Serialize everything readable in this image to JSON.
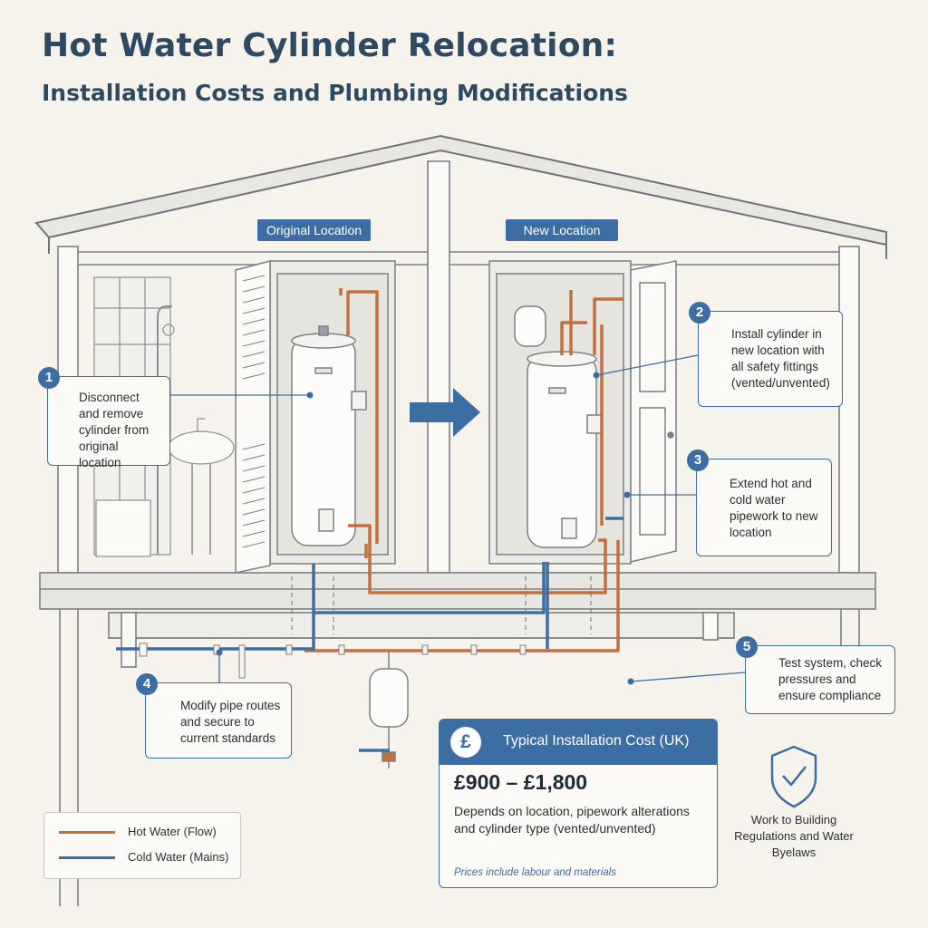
{
  "title": {
    "line1": "Hot Water Cylinder Relocation:",
    "line2": "Installation Costs and Plumbing Modifications"
  },
  "locations": {
    "original": "Original Location",
    "new": "New Location"
  },
  "steps": [
    {
      "number": "1",
      "text": "Disconnect and remove cylinder from original location"
    },
    {
      "number": "2",
      "text": "Install cylinder in new location with all safety fittings (vented/unvented)"
    },
    {
      "number": "3",
      "text": "Extend hot and cold water pipework to new location"
    },
    {
      "number": "4",
      "text": "Modify pipe routes and secure to current standards"
    },
    {
      "number": "5",
      "text": "Test system, check pressures and ensure compliance"
    }
  ],
  "legend": {
    "hot": "Hot Water (Flow)",
    "cold": "Cold Water (Mains)"
  },
  "cost_box": {
    "icon": "£",
    "title": "Typical Installation Cost (UK)",
    "range": "£900 – £1,800",
    "description": "Depends on location,  pipework alterations and cylinder type (vented/unvented)",
    "note": "Prices include labour and materials"
  },
  "compliance": {
    "text": "Work to Building Regulations and Water Byelaws",
    "icon": "shield-check-icon"
  },
  "colors": {
    "hot_pipe": "#c2703d",
    "cold_pipe": "#3c6ea3",
    "accent": "#3c6ea3",
    "title": "#2e4a63"
  }
}
